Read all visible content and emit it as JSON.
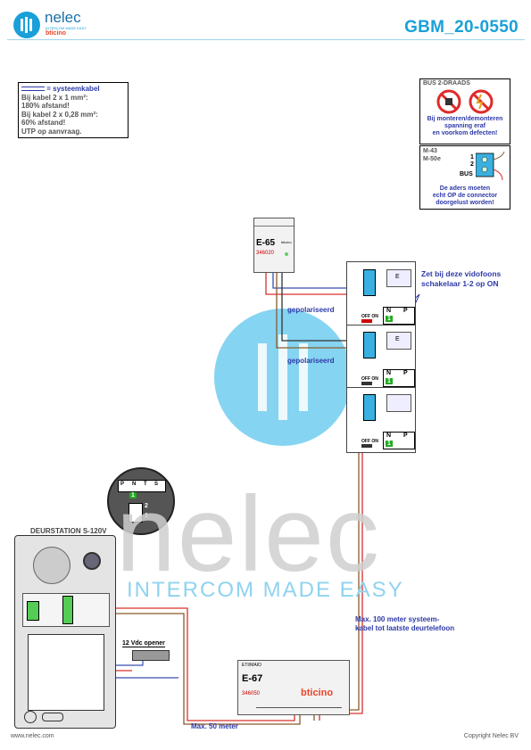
{
  "header": {
    "logo_brand": "nelec",
    "logo_tagline": "INTERCOM MADE EASY",
    "logo_partner": "bticino",
    "doc_code": "GBM_20-0550"
  },
  "note": {
    "legend": "= systeemkabel",
    "lines": [
      "Bij kabel 2 x 1 mm²:",
      "180% afstand!",
      "Bij kabel 2 x 0,28 mm²:",
      "60% afstand!",
      "UTP op aanvraag."
    ]
  },
  "bus_panel": {
    "title": "BUS 2-DRAADS",
    "warning": [
      "Bij monteren/demonteren",
      "spanning eraf",
      "en voorkom defecten!"
    ],
    "models": [
      "M-43",
      "M-50e"
    ],
    "terminals": [
      "1",
      "2",
      "BUS"
    ],
    "loop_note": [
      "De aders moeten",
      "echt OP de connector",
      "doorgelust worden!"
    ]
  },
  "psu": {
    "name": "E-65",
    "code": "346020",
    "brand": "bticino"
  },
  "controller": {
    "prefix": "ETI/MAIO",
    "name": "E-67",
    "code": "346050",
    "brand": "bticino"
  },
  "labels": {
    "polarized_1": "gepolariseerd",
    "polarized_2": "gepolariseerd",
    "switch_note": [
      "Zet bij deze vidofoons",
      "schakelaar 1-2 op ON"
    ],
    "max100": [
      "Max. 100 meter systeem-",
      "kabel tot laatste deurtelefoon"
    ],
    "max50": "Max. 50 meter",
    "door_station": "DEURSTATION S-120V",
    "door_opener": "12 Vdc opener",
    "off_on": "OFF ON",
    "np_n": "N",
    "np_p": "P",
    "np_val": "1",
    "zoom_terms": [
      "P",
      "N",
      "T",
      "S"
    ],
    "zoom_val": "1",
    "switch_1": "1",
    "switch_2": "2",
    "monitor_e": "E"
  },
  "watermark": {
    "word": "nelec",
    "sub": "INTERCOM MADE EASY"
  },
  "footer": {
    "left": "www.nelec.com",
    "right": "Copyright Nelec BV"
  },
  "colors": {
    "accent": "#1aa0d8",
    "wire_red": "#d9302f",
    "wire_brown": "#8a5a2b",
    "wire_blue": "#3a4db0",
    "note_blue": "#2d3aa8"
  }
}
